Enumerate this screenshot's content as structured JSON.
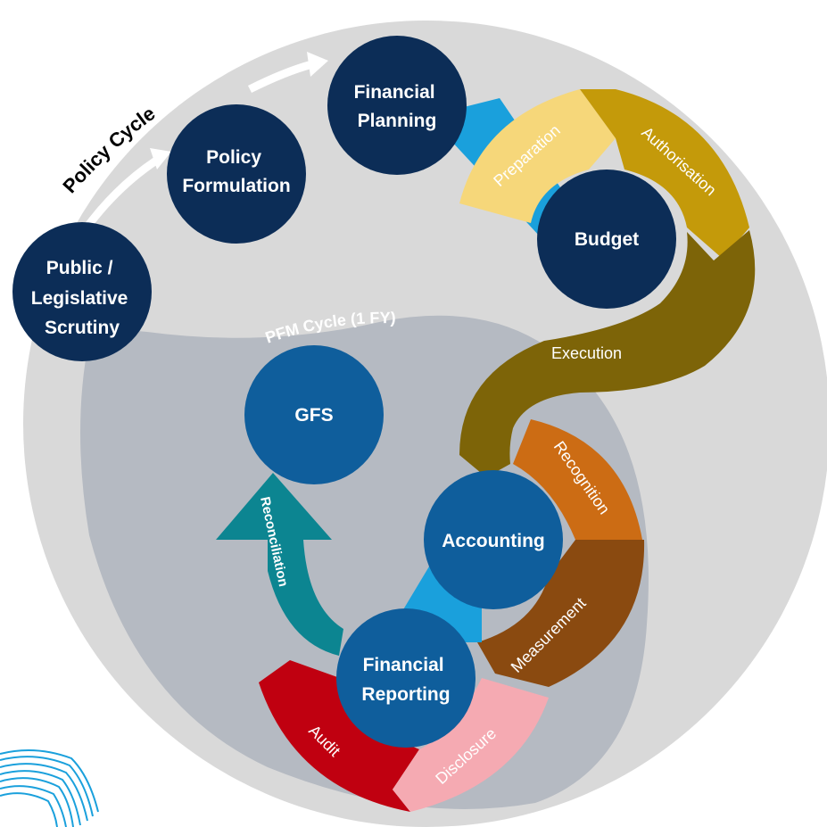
{
  "nodes": {
    "public_scrutiny": [
      "Public /",
      "Legislative",
      "Scrutiny"
    ],
    "policy_formulation": [
      "Policy",
      "Formulation"
    ],
    "financial_planning": [
      "Financial",
      "Planning"
    ],
    "budget": "Budget",
    "gfs": "GFS",
    "accounting": "Accounting",
    "financial_reporting": [
      "Financial",
      "Reporting"
    ]
  },
  "arcs": {
    "preparation": "Preparation",
    "authorisation": "Authorisation",
    "execution": "Execution",
    "recognition": "Recognition",
    "measurement": "Measurement",
    "audit": "Audit",
    "disclosure": "Disclosure",
    "reconciliation": "Reconciliation"
  },
  "cycles": {
    "policy": "Policy Cycle",
    "pfm": "PFM Cycle (1 FY)"
  },
  "colors": {
    "navy": "#0c2d57",
    "blue": "#0f5e9c",
    "sky": "#1aa0dc",
    "teal": "#0c8591",
    "light_gold": "#f6d77a",
    "gold": "#c49a0a",
    "olive": "#7d6408",
    "orange": "#cc6c14",
    "brown": "#8a4a10",
    "red": "#c00010",
    "pink": "#f5aab2",
    "outer_grey": "#d9d9d9",
    "inner_grey": "#b5bac2"
  }
}
